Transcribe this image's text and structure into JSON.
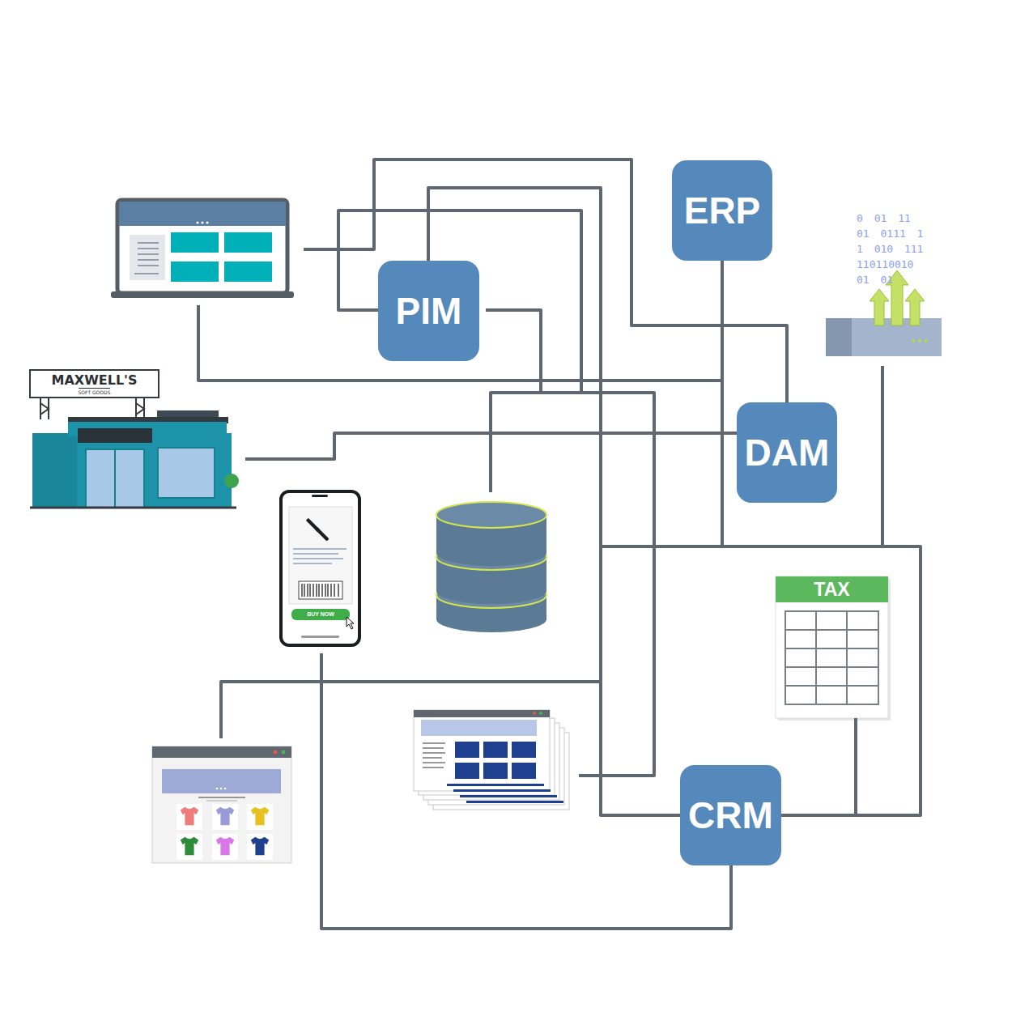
{
  "diagram": {
    "nodes": [
      {
        "text": [
          "ERP"
        ]
      },
      {
        "text": [
          "PIM"
        ]
      },
      {
        "text": [
          "MAXWELL'S",
          "SOFT GOODS"
        ]
      },
      {
        "text": [
          "DAM"
        ]
      },
      {
        "text": [
          "TAX"
        ]
      },
      {
        "text": [
          "CRM"
        ]
      }
    ],
    "edges": [
      {
        "from": 0,
        "to": 5,
        "arrow": "none"
      },
      {
        "from": 4,
        "to": 5,
        "arrow": "none"
      }
    ],
    "labels": [
      "0 01 11",
      "01 0111 1",
      "1 010 111",
      "110110010",
      "01 01",
      "BUY NOW"
    ]
  }
}
